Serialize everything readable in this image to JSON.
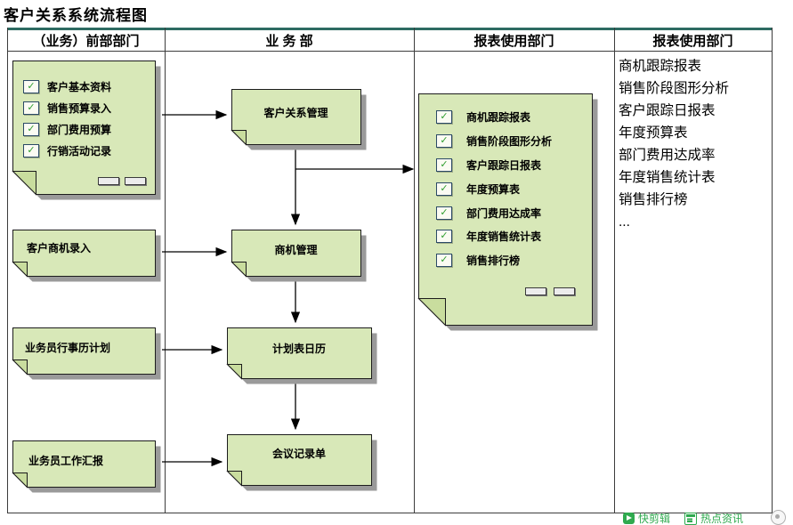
{
  "title": "客户关系系统流程图",
  "headers": {
    "col1": "（业务）前部部门",
    "col2": "业 务 部",
    "col3": "报表使用部门",
    "col4": "报表使用部门"
  },
  "col1": {
    "doc1": {
      "items": [
        "客户基本资料",
        "销售预算录入",
        "部门费用预算",
        "行销活动记录"
      ]
    },
    "doc2": {
      "label": "客户商机录入"
    },
    "doc3": {
      "label": "业务员行事历计划"
    },
    "doc4": {
      "label": "业务员工作汇报"
    }
  },
  "col2": {
    "box1": {
      "label": "客户关系管理"
    },
    "box2": {
      "label": "商机管理"
    },
    "box3": {
      "label": "计划表日历"
    },
    "box4": {
      "label": "会议记录单"
    }
  },
  "col3": {
    "report_doc": {
      "items": [
        "商机跟踪报表",
        "销售阶段图形分析",
        "客户跟踪日报表",
        "年度预算表",
        "部门费用达成率",
        "年度销售统计表",
        "销售排行榜"
      ]
    }
  },
  "col4": {
    "lines": [
      "商机跟踪报表",
      "销售阶段图形分析",
      "客户跟踪日报表",
      "年度预算表",
      "部门费用达成率",
      "年度销售统计表",
      "销售排行榜",
      "..."
    ]
  },
  "overlay": {
    "quick_clip": "快剪辑",
    "hot_news": "热点资讯"
  },
  "icons": {
    "check": "✓"
  },
  "colors": {
    "doc_fill": "#d8e8b8",
    "doc_fold": "#c9dd9e",
    "shadow": "#9a9a9a",
    "header_line": "#2e6b62",
    "check_green": "#2f9e2f",
    "overlay_green": "#2faa4f",
    "line": "#3c3c3c"
  }
}
